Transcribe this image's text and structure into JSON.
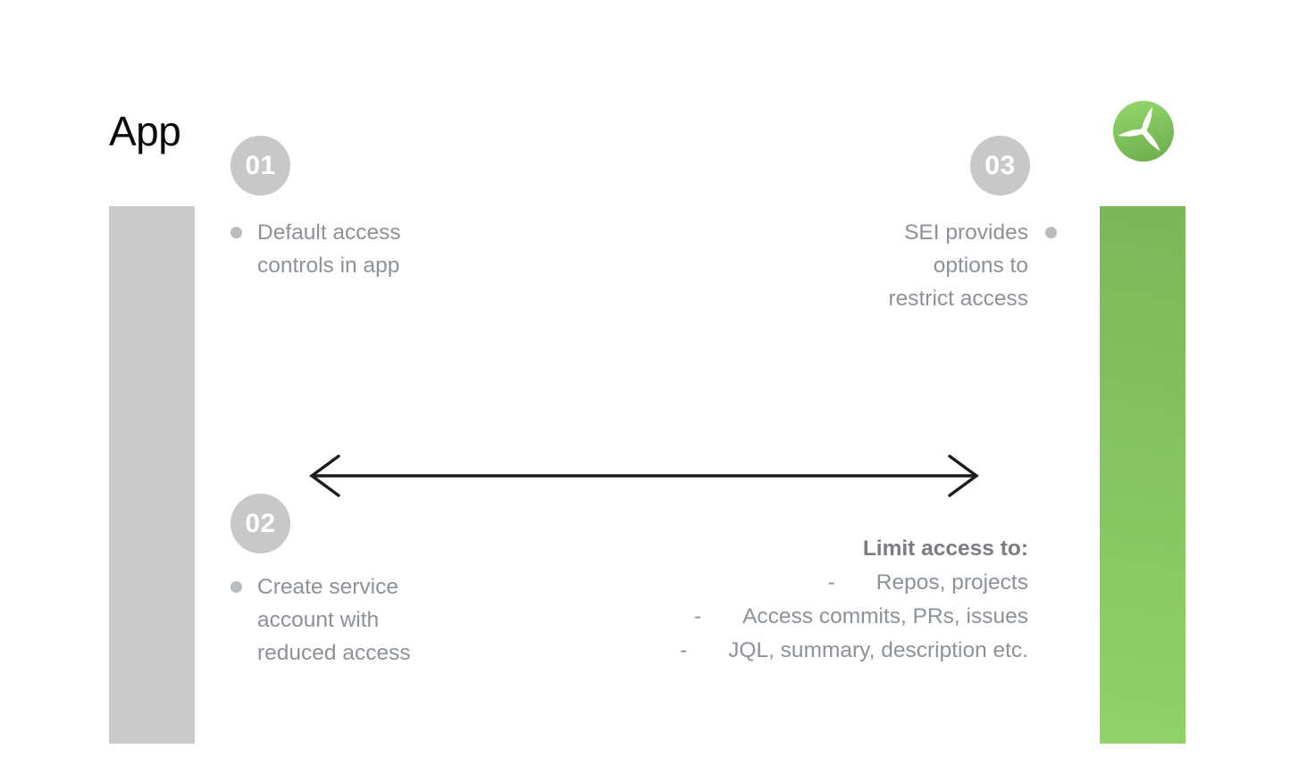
{
  "title": "App",
  "colors": {
    "background": "#ffffff",
    "title_text": "#0b0b0b",
    "gray_bar": "#c9c9c9",
    "badge_bg": "#c8c8c8",
    "badge_text": "#ffffff",
    "bullet_dot": "#b9bcc0",
    "body_text": "#8d9198",
    "limit_heading_text": "#797c81",
    "arrow": "#1d1d1f",
    "green_bar_top": "#7bb757",
    "green_bar_bottom": "#90d368",
    "logo_green_light": "#92d66b",
    "logo_green_dark": "#6fb14d"
  },
  "icons": {
    "logo": "propeller-logo",
    "bullet": "bullet-dot-icon",
    "arrow": "double-headed-arrow"
  },
  "steps": [
    {
      "number": "01",
      "lines": [
        "Default access",
        "controls in app"
      ]
    },
    {
      "number": "02",
      "lines": [
        "Create service",
        "account with",
        "reduced access"
      ]
    },
    {
      "number": "03",
      "lines": [
        "SEI provides",
        "options to",
        "restrict access"
      ]
    }
  ],
  "limit_list": {
    "heading": "Limit access to:",
    "dash": "-",
    "items": [
      "Repos, projects",
      "Access commits, PRs, issues",
      "JQL, summary, description etc."
    ]
  }
}
